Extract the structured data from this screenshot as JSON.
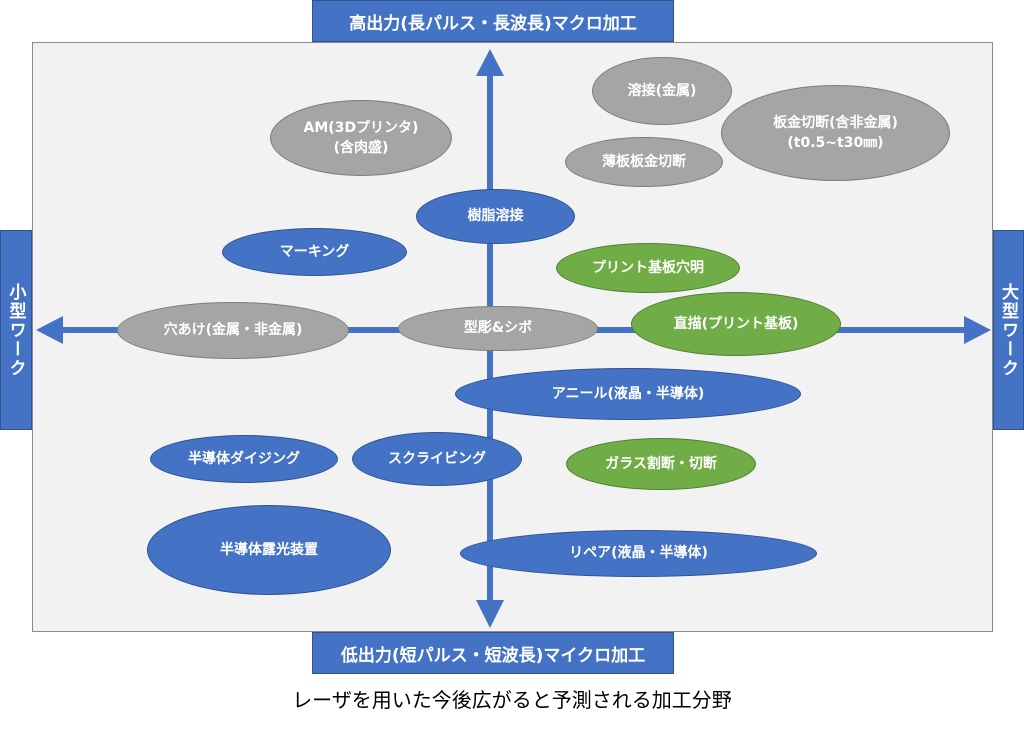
{
  "axes": {
    "top": "高出力(長パルス・長波長)マクロ加工",
    "bottom": "低出力(短パルス・短波長)マイクロ加工",
    "left": "小型ワーク",
    "right": "大型ワーク"
  },
  "colors": {
    "panel": "#f2f2f2",
    "axis": "#4472c4",
    "grey": "#a5a5a5",
    "blue": "#4472c4",
    "green": "#70ad47"
  },
  "nodes": [
    {
      "id": "am",
      "color": "grey",
      "lines": [
        "AM(3Dプリンタ)",
        "(含肉盛)"
      ]
    },
    {
      "id": "welding-metal",
      "color": "grey",
      "lines": [
        "溶接(金属)"
      ]
    },
    {
      "id": "sheet-metal-cutting",
      "color": "grey",
      "lines": [
        "板金切断(含非金属)",
        "(t0.5~t30㎜)"
      ]
    },
    {
      "id": "thin-sheet-cutting",
      "color": "grey",
      "lines": [
        "薄板板金切断"
      ]
    },
    {
      "id": "resin-welding",
      "color": "blue",
      "lines": [
        "樹脂溶接"
      ]
    },
    {
      "id": "marking",
      "color": "blue",
      "lines": [
        "マーキング"
      ]
    },
    {
      "id": "pcb-drilling",
      "color": "green",
      "lines": [
        "プリント基板穴明"
      ]
    },
    {
      "id": "hole-drilling",
      "color": "grey",
      "lines": [
        "穴あけ(金属・非金属)"
      ]
    },
    {
      "id": "mold-texture",
      "color": "grey",
      "lines": [
        "型彫&シボ"
      ]
    },
    {
      "id": "direct-drawing",
      "color": "green",
      "lines": [
        "直描(プリント基板)"
      ]
    },
    {
      "id": "annealing",
      "color": "blue",
      "lines": [
        "アニール(液晶・半導体)"
      ]
    },
    {
      "id": "dicing",
      "color": "blue",
      "lines": [
        "半導体ダイジング"
      ]
    },
    {
      "id": "scribing",
      "color": "blue",
      "lines": [
        "スクライビング"
      ]
    },
    {
      "id": "glass-cutting",
      "color": "green",
      "lines": [
        "ガラス割断・切断"
      ]
    },
    {
      "id": "exposure",
      "color": "blue",
      "lines": [
        "半導体露光装置"
      ]
    },
    {
      "id": "repair",
      "color": "blue",
      "lines": [
        "リペア(液晶・半導体)"
      ]
    }
  ],
  "caption": "レーザを用いた今後広がると予測される加工分野"
}
